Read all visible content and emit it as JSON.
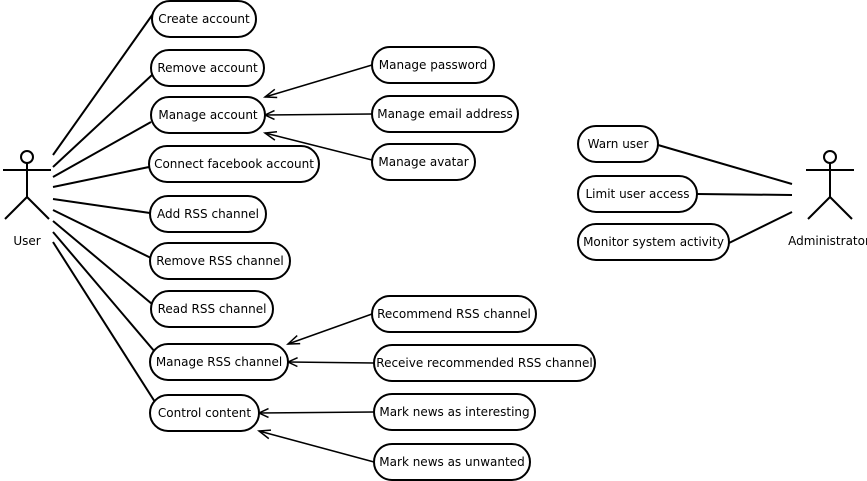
{
  "actors": {
    "user": "User",
    "administrator": "Administrator"
  },
  "use_cases": {
    "create_account": "Create account",
    "remove_account": "Remove account",
    "manage_account": "Manage account",
    "connect_facebook_account": "Connect facebook account",
    "add_rss_channel": "Add RSS channel",
    "remove_rss_channel": "Remove RSS channel",
    "read_rss_channel": "Read RSS channel",
    "manage_rss_channel": "Manage RSS channel",
    "control_content": "Control content",
    "manage_password": "Manage password",
    "manage_email_address": "Manage email address",
    "manage_avatar": "Manage avatar",
    "recommend_rss_channel": "Recommend RSS channel",
    "receive_recommended_rss_channel": "Receive recommended RSS channel",
    "mark_news_as_interesting": "Mark news as interesting",
    "mark_news_as_unwanted": "Mark news as unwanted",
    "warn_user": "Warn user",
    "limit_user_access": "Limit user access",
    "monitor_system_activity": "Monitor system activity"
  }
}
